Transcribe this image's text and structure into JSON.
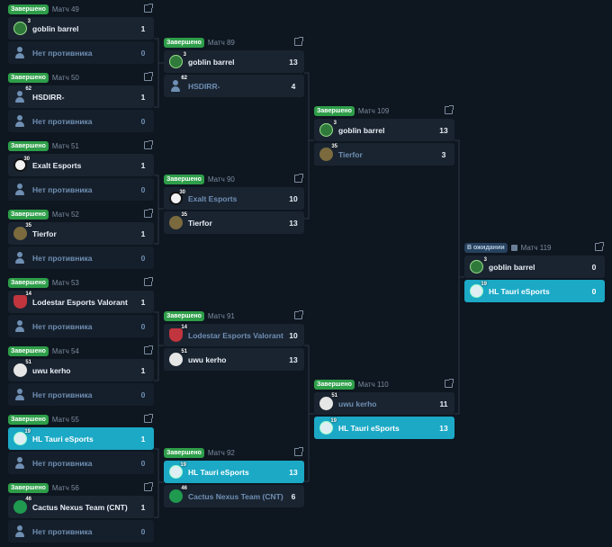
{
  "labels": {
    "done": "Завершено",
    "pending": "В ожидании",
    "no_opponent": "Нет противника"
  },
  "matches": {
    "m49": {
      "label": "Матч 49",
      "t1": {
        "name": "goblin barrel",
        "seed": "3",
        "score": "1"
      },
      "t2": {
        "name": "Нет противника",
        "score": "0"
      }
    },
    "m50": {
      "label": "Матч 50",
      "t1": {
        "name": "HSDIRR-",
        "seed": "62",
        "score": "1"
      },
      "t2": {
        "name": "Нет противника",
        "score": "0"
      }
    },
    "m51": {
      "label": "Матч 51",
      "t1": {
        "name": "Exalt Esports",
        "seed": "30",
        "score": "1"
      },
      "t2": {
        "name": "Нет противника",
        "score": "0"
      }
    },
    "m52": {
      "label": "Матч 52",
      "t1": {
        "name": "Tierfor",
        "seed": "35",
        "score": "1"
      },
      "t2": {
        "name": "Нет противника",
        "score": "0"
      }
    },
    "m53": {
      "label": "Матч 53",
      "t1": {
        "name": "Lodestar Esports Valorant",
        "seed": "14",
        "score": "1"
      },
      "t2": {
        "name": "Нет противника",
        "score": "0"
      }
    },
    "m54": {
      "label": "Матч 54",
      "t1": {
        "name": "uwu kerho",
        "seed": "51",
        "score": "1"
      },
      "t2": {
        "name": "Нет противника",
        "score": "0"
      }
    },
    "m55": {
      "label": "Матч 55",
      "t1": {
        "name": "HL Tauri eSports",
        "seed": "19",
        "score": "1"
      },
      "t2": {
        "name": "Нет противника",
        "score": "0"
      }
    },
    "m56": {
      "label": "Матч 56",
      "t1": {
        "name": "Cactus Nexus Team (CNT)",
        "seed": "46",
        "score": "1"
      },
      "t2": {
        "name": "Нет противника",
        "score": "0"
      }
    },
    "m89": {
      "label": "Матч 89",
      "t1": {
        "name": "goblin barrel",
        "seed": "3",
        "score": "13"
      },
      "t2": {
        "name": "HSDIRR-",
        "seed": "62",
        "score": "4"
      }
    },
    "m90": {
      "label": "Матч 90",
      "t1": {
        "name": "Exalt Esports",
        "seed": "30",
        "score": "10"
      },
      "t2": {
        "name": "Tierfor",
        "seed": "35",
        "score": "13"
      }
    },
    "m91": {
      "label": "Матч 91",
      "t1": {
        "name": "Lodestar Esports Valorant",
        "seed": "14",
        "score": "10"
      },
      "t2": {
        "name": "uwu kerho",
        "seed": "51",
        "score": "13"
      }
    },
    "m92": {
      "label": "Матч 92",
      "t1": {
        "name": "HL Tauri eSports",
        "seed": "19",
        "score": "13"
      },
      "t2": {
        "name": "Cactus Nexus Team (CNT)",
        "seed": "46",
        "score": "6"
      }
    },
    "m109": {
      "label": "Матч 109",
      "t1": {
        "name": "goblin barrel",
        "seed": "3",
        "score": "13"
      },
      "t2": {
        "name": "Tierfor",
        "seed": "35",
        "score": "3"
      }
    },
    "m110": {
      "label": "Матч 110",
      "t1": {
        "name": "uwu kerho",
        "seed": "51",
        "score": "11"
      },
      "t2": {
        "name": "HL Tauri eSports",
        "seed": "19",
        "score": "13"
      }
    },
    "m119": {
      "label": "Матч 119",
      "t1": {
        "name": "goblin barrel",
        "seed": "3",
        "score": "0"
      },
      "t2": {
        "name": "HL Tauri eSports",
        "seed": "19",
        "score": "0"
      }
    }
  },
  "colors": {
    "bg": "#0e1620",
    "card": "#1a2431",
    "highlight": "#1ba9c6",
    "done": "#2e9e49",
    "pending": "#27425e"
  }
}
